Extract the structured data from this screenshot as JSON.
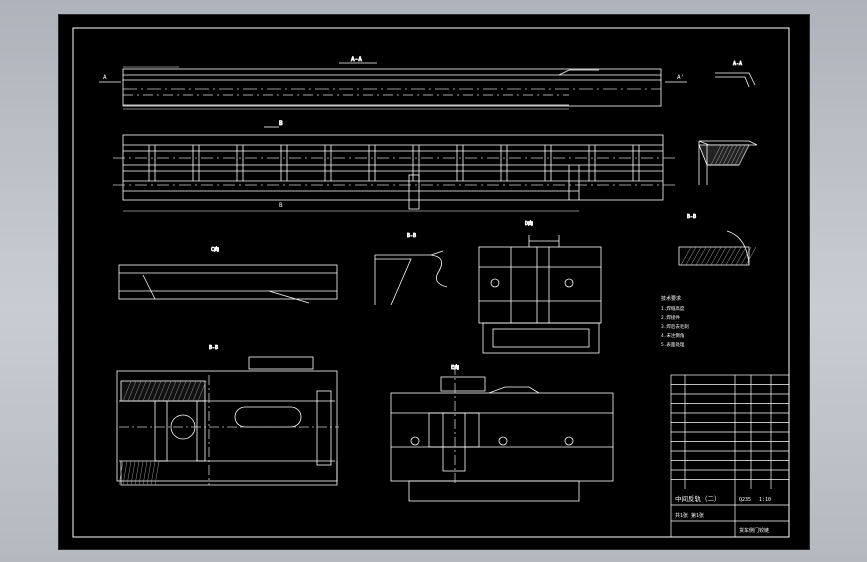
{
  "drawing": {
    "view_titles": {
      "section_aa": "A-A",
      "section_aa_small": "A-A",
      "section_bb_small": "B-B",
      "section_bb": "B-B",
      "view_c": "C向",
      "view_d": "D向",
      "view_e": "E向",
      "view_a_left": "A",
      "view_a_right": "A'",
      "view_b_top": "B",
      "view_b_bottom": "B"
    },
    "notes": {
      "header": "技术要求",
      "lines": [
        "1.焊缝高度",
        "2.焊接件",
        "3.焊后去毛刺",
        "4.未注倒角",
        "5.表面处理"
      ]
    },
    "title_block": {
      "drawing_title": "中间反轨（二）",
      "company": "货车侧门铰链",
      "scale": "1:10",
      "sheet_label": "共1张 第1张",
      "material": "Q235"
    }
  }
}
